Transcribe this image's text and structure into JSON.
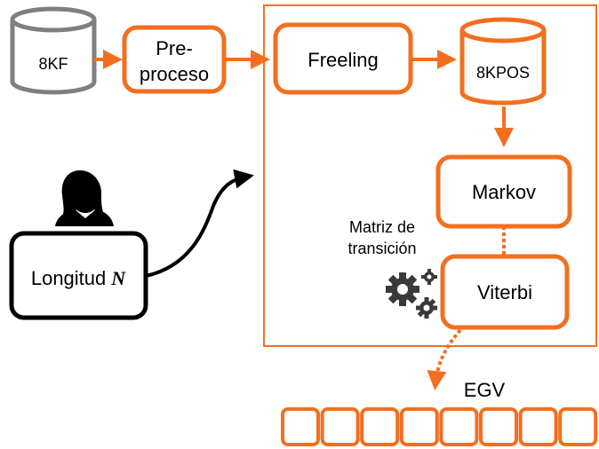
{
  "nodes": {
    "db_8kf": "8KF",
    "preproceso_line1": "Pre-",
    "preproceso_line2": "proceso",
    "freeling": "Freeling",
    "db_8kpos": "8KPOS",
    "markov": "Markov",
    "viterbi": "Viterbi",
    "longitud": "Longitud",
    "longitud_var": "N",
    "matriz_line1": "Matriz de",
    "matriz_line2": "transición",
    "egv": "EGV"
  },
  "icons": [
    "user-icon",
    "gears-icon"
  ],
  "colors": {
    "accent": "#f26f1f",
    "stroke_dark": "#000000",
    "db_gray": "#7f7f7f"
  },
  "egv_cells": 8
}
